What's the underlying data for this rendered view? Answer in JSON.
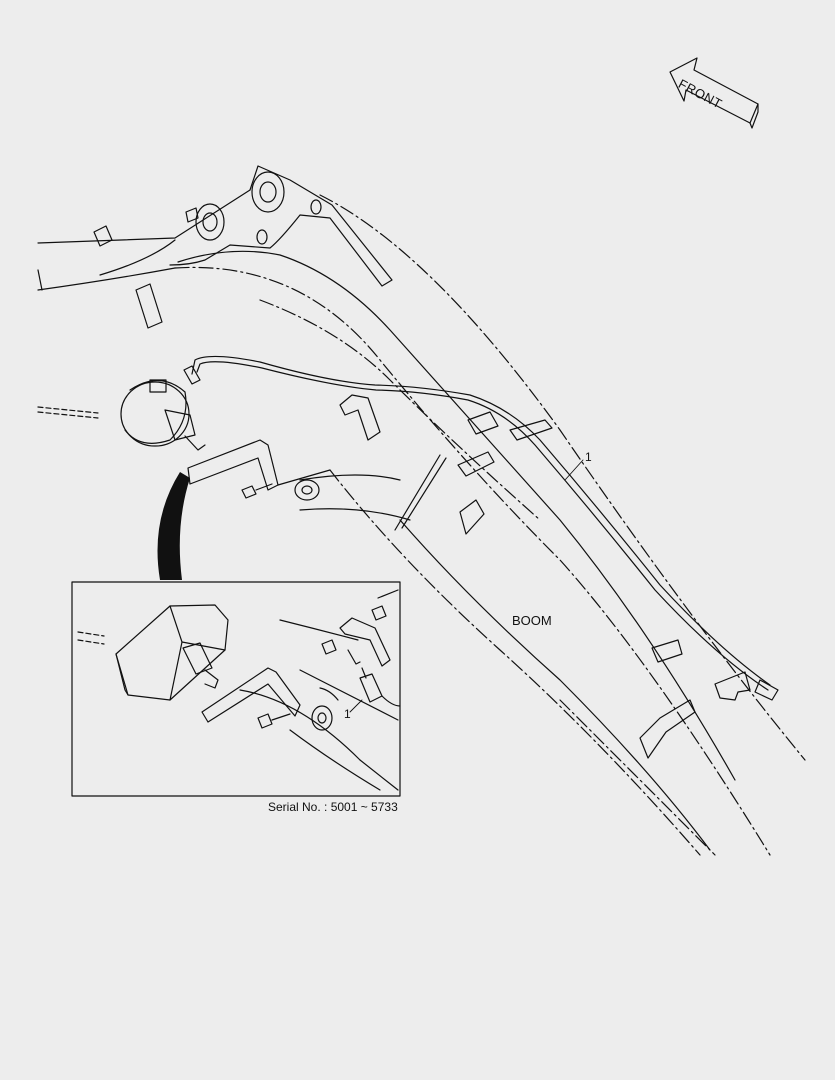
{
  "labels": {
    "front": "FRONT",
    "boom": "BOOM",
    "callout_main": "1",
    "callout_inset": "1",
    "serial": "Serial No. : 5001 ~ 5733"
  },
  "colors": {
    "background": "#ededed",
    "line": "#111111",
    "inset_fill": "#ededed"
  },
  "icons": {
    "front_arrow": "front-arrow-icon",
    "work_lamp": "work-lamp-icon",
    "bracket": "bracket-icon",
    "bolt": "bolt-icon",
    "connector": "connector-icon",
    "clamp": "clamp-icon"
  }
}
